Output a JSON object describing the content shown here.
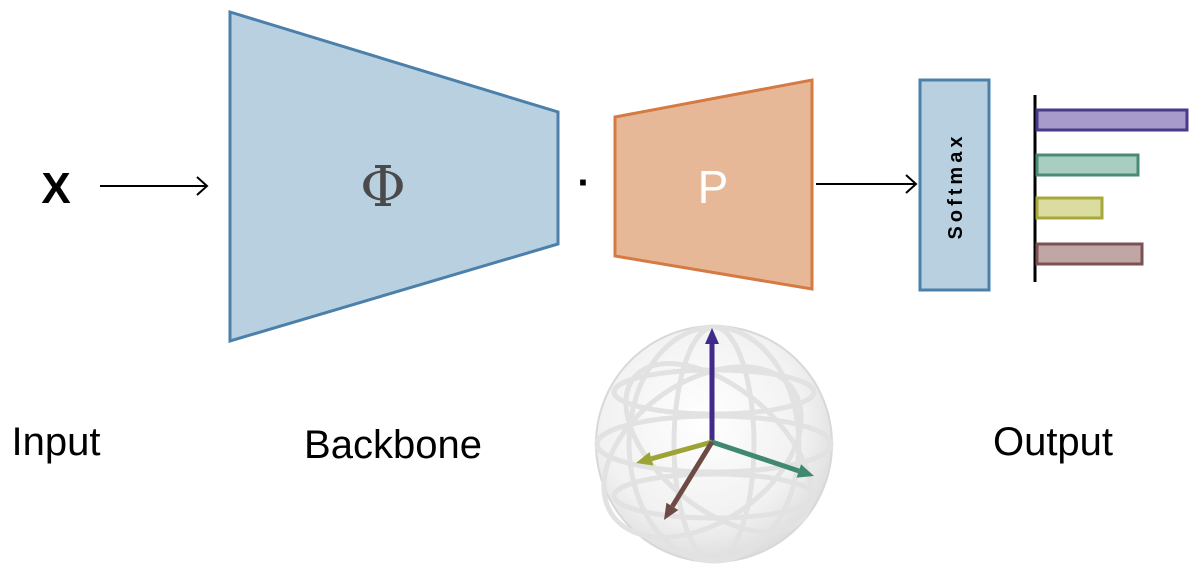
{
  "input": {
    "symbol": "X",
    "caption": "Input"
  },
  "backbone": {
    "symbol": "Φ",
    "caption": "Backbone",
    "fill": "#b9d0e1",
    "stroke": "#4a80aa"
  },
  "operator": {
    "symbol": "·"
  },
  "projection": {
    "symbol": "P",
    "fill": "#e6b898",
    "stroke": "#d57a40"
  },
  "softmax": {
    "label": "Softmax",
    "fill": "#b9d0e1",
    "stroke": "#4a80aa"
  },
  "output": {
    "caption": "Output",
    "bars": [
      {
        "value": 1.0,
        "fill": "#a79bcb",
        "stroke": "#4a3a8a"
      },
      {
        "value": 0.67,
        "fill": "#a9cdc0",
        "stroke": "#4a8a78"
      },
      {
        "value": 0.43,
        "fill": "#dadca0",
        "stroke": "#a8a83a"
      },
      {
        "value": 0.7,
        "fill": "#c1a6a6",
        "stroke": "#7a5252"
      }
    ]
  },
  "sphere": {
    "axes": [
      {
        "name": "up",
        "color": "#3f2b8a"
      },
      {
        "name": "right",
        "color": "#3f8a6f"
      },
      {
        "name": "left",
        "color": "#9ca437"
      },
      {
        "name": "down",
        "color": "#6e4a45"
      }
    ]
  }
}
